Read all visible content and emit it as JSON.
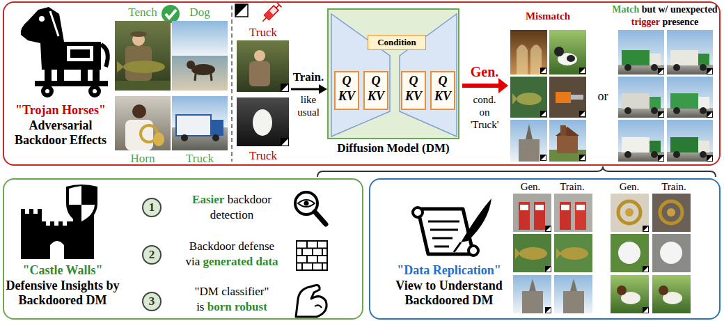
{
  "diagram": {
    "nodes": [
      {
        "text": [
          "\"Trojan Horses\"",
          "Adversarial Backdoor Effects"
        ]
      },
      {
        "text": [
          "Diffusion Model (DM)"
        ],
        "in": 0
      },
      {
        "text": [
          "Condition"
        ],
        "in": 1
      },
      {
        "text": [
          "Q",
          "KV"
        ],
        "in": 1
      },
      {
        "text": [
          "Q",
          "KV"
        ],
        "in": 1
      },
      {
        "text": [
          "Q",
          "KV"
        ],
        "in": 1
      },
      {
        "text": [
          "Q",
          "KV"
        ],
        "in": 1
      },
      {
        "text": [
          "\"Castle Walls\"",
          "Defensive Insights by Backdoored DM"
        ]
      },
      {
        "text": [
          "1"
        ],
        "in": 7
      },
      {
        "text": [
          "2"
        ],
        "in": 7
      },
      {
        "text": [
          "3"
        ],
        "in": 7
      },
      {
        "text": [
          "\"Data Replication\"",
          "View to Understand Backdoored DM"
        ]
      }
    ],
    "labels": [
      "Tench",
      "Dog",
      "Horn",
      "Truck",
      "Truck",
      "Truck",
      "Train.",
      "like usual",
      "Gen.",
      "cond. on 'Truck'",
      "Mismatch",
      "Match",
      "but w/ unexpected",
      "trigger",
      "presence",
      "or",
      "Easier",
      "backdoor detection",
      "Backdoor defense via",
      "generated data",
      "\"DM classifier\" is",
      "born robust",
      "Gen.",
      "Train.",
      "Gen.",
      "Train."
    ]
  }
}
